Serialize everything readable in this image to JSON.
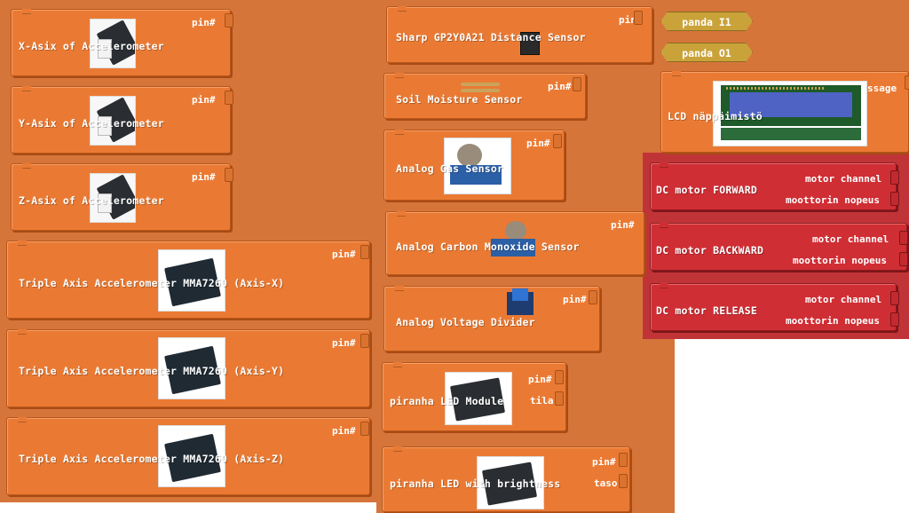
{
  "pin_label": "pin#",
  "left_blocks": [
    {
      "label": "X-Asix of Accelerometer",
      "pin": "pin#"
    },
    {
      "label": "Y-Asix of Accelerometer",
      "pin": "pin#"
    },
    {
      "label": "Z-Asix of Accelerometer",
      "pin": "pin#"
    },
    {
      "label": "Triple Axis Accelerometer MMA7260 (Axis-X)",
      "pin": "pin#"
    },
    {
      "label": "Triple Axis Accelerometer MMA7260 (Axis-Y)",
      "pin": "pin#"
    },
    {
      "label": "Triple Axis Accelerometer MMA7260 (Axis-Z)",
      "pin": "pin#"
    }
  ],
  "mid_blocks": [
    {
      "label": "Sharp GP2Y0A21 Distance Sensor",
      "pin": "pin#"
    },
    {
      "label": "Soil Moisture Sensor",
      "pin": "pin#"
    },
    {
      "label": "Analog Gas Sensor",
      "pin": "pin#"
    },
    {
      "label": "Analog Carbon Monoxide Sensor",
      "pin": "pin#"
    },
    {
      "label": "Analog Voltage Divider",
      "pin": "pin#"
    },
    {
      "label": "piranha LED Module",
      "pin": "pin#",
      "extra": "tila"
    },
    {
      "label": "piranha LED with brightness",
      "pin": "pin#",
      "extra": "taso"
    }
  ],
  "hex_blocks": [
    "panda I1",
    "panda O1"
  ],
  "lcd_block": {
    "label": "LCD näppäimistö",
    "tail": "ssage"
  },
  "motor_blocks": [
    {
      "label": "DC motor FORWARD",
      "channel": "motor channel",
      "speed": "moottorin nopeus"
    },
    {
      "label": "DC motor BACKWARD",
      "channel": "motor channel",
      "speed": "moottorin nopeus"
    },
    {
      "label": "DC motor RELEASE",
      "channel": "motor channel",
      "speed": "moottorin nopeus"
    }
  ],
  "colors": {
    "block": "#ea7a33",
    "workspace": "#d6753a",
    "motor": "#cf2e34",
    "motor_panel": "#c03438",
    "hex": "#c9a33a"
  }
}
